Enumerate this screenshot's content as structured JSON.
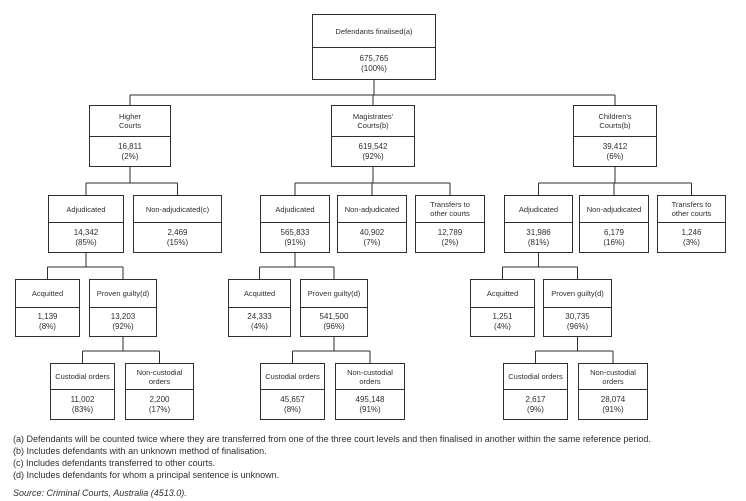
{
  "colors": {
    "ink": "#2e2e2e",
    "background": "#ffffff"
  },
  "nodes": {
    "root": {
      "label": "Defendants finalised(a)",
      "value": "675,765",
      "pct": "(100%)"
    },
    "higher": {
      "label": "Higher\nCourts",
      "value": "16,811",
      "pct": "(2%)"
    },
    "magistrates": {
      "label": "Magistrates'\nCourts(b)",
      "value": "619,542",
      "pct": "(92%)"
    },
    "childrens": {
      "label": "Children's\nCourts(b)",
      "value": "39,412",
      "pct": "(6%)"
    },
    "higher_adjudicated": {
      "label": "Adjudicated",
      "value": "14,342",
      "pct": "(85%)"
    },
    "higher_non_adjudicated": {
      "label": "Non-adjudicated(c)",
      "value": "2,469",
      "pct": "(15%)"
    },
    "mag_adjudicated": {
      "label": "Adjudicated",
      "value": "565,833",
      "pct": "(91%)"
    },
    "mag_non_adjudicated": {
      "label": "Non-adjudicated",
      "value": "40,902",
      "pct": "(7%)"
    },
    "mag_transfers": {
      "label": "Transfers to\nother courts",
      "value": "12,789",
      "pct": "(2%)"
    },
    "child_adjudicated": {
      "label": "Adjudicated",
      "value": "31,986",
      "pct": "(81%)"
    },
    "child_non_adjudicated": {
      "label": "Non-adjudicated",
      "value": "6,179",
      "pct": "(16%)"
    },
    "child_transfers": {
      "label": "Transfers to\nother courts",
      "value": "1,246",
      "pct": "(3%)"
    },
    "higher_acquitted": {
      "label": "Acquitted",
      "value": "1,139",
      "pct": "(8%)"
    },
    "higher_proven_guilty": {
      "label": "Proven guilty(d)",
      "value": "13,203",
      "pct": "(92%)"
    },
    "mag_acquitted": {
      "label": "Acquitted",
      "value": "24,333",
      "pct": "(4%)"
    },
    "mag_proven_guilty": {
      "label": "Proven guilty(d)",
      "value": "541,500",
      "pct": "(96%)"
    },
    "child_acquitted": {
      "label": "Acquitted",
      "value": "1,251",
      "pct": "(4%)"
    },
    "child_proven_guilty": {
      "label": "Proven guilty(d)",
      "value": "30,735",
      "pct": "(96%)"
    },
    "higher_custodial": {
      "label": "Custodial orders",
      "value": "11,002",
      "pct": "(83%)"
    },
    "higher_non_custodial": {
      "label": "Non-custodial\norders",
      "value": "2,200",
      "pct": "(17%)"
    },
    "mag_custodial": {
      "label": "Custodial orders",
      "value": "45,657",
      "pct": "(8%)"
    },
    "mag_non_custodial": {
      "label": "Non-custodial\norders",
      "value": "495,148",
      "pct": "(91%)"
    },
    "child_custodial": {
      "label": "Custodial orders",
      "value": "2,617",
      "pct": "(9%)"
    },
    "child_non_custodial": {
      "label": "Non-custodial\norders",
      "value": "28,074",
      "pct": "(91%)"
    }
  },
  "footnotes": [
    "(a) Defendants will be counted twice where they are transferred from one of the three court levels and then finalised in another within the same reference period.",
    "(b) Includes defendants with an unknown method of finalisation.",
    "(c) Includes defendants transferred to other courts.",
    "(d) Includes defendants for whom a principal sentence is unknown."
  ],
  "source": "Source: Criminal Courts, Australia (4513.0)."
}
